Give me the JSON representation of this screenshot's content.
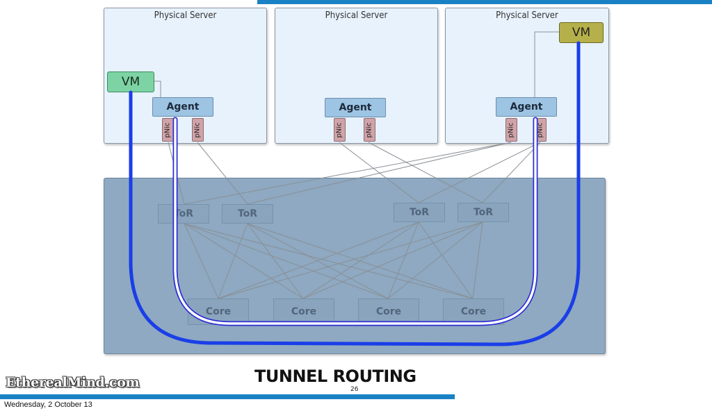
{
  "slide": {
    "title": "TUNNEL ROUTING",
    "page_number": "26",
    "logo_text": "EtherealMind.com",
    "footer_date": "Wednesday, 2 October 13"
  },
  "servers": [
    {
      "title": "Physical Server",
      "agent": "Agent",
      "pnics": [
        "pNic",
        "pNic"
      ],
      "vm": "VM"
    },
    {
      "title": "Physical Server",
      "agent": "Agent",
      "pnics": [
        "pNic",
        "pNic"
      ]
    },
    {
      "title": "Physical Server",
      "agent": "Agent",
      "pnics": [
        "pNic",
        "pNic"
      ],
      "vm": "VM"
    }
  ],
  "network": {
    "tors": [
      "ToR",
      "ToR",
      "ToR",
      "ToR"
    ],
    "cores": [
      "Core",
      "Core",
      "Core",
      "Core"
    ]
  },
  "colors": {
    "accent_bar": "#1a82c4",
    "tunnel_blue": "#1a3ee8",
    "tunnel_white": "#ffffff",
    "vm_green": "#7ed3a4",
    "vm_olive": "#b5b04a"
  }
}
